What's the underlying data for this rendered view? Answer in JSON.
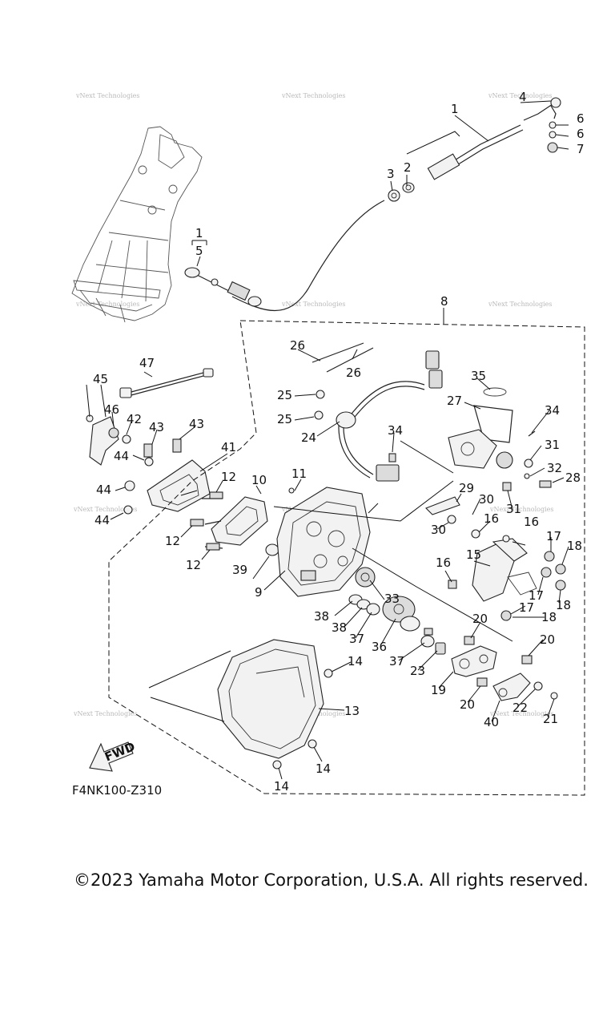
{
  "diagram_code": "F4NK100-Z310",
  "copyright": "©2023 Yamaha Motor Corporation, U.S.A. All rights reserved.",
  "watermark": "vNext Technologies",
  "fwd_label": "FWD",
  "callouts": [
    "1",
    "2",
    "3",
    "4",
    "5",
    "6",
    "7",
    "8",
    "9",
    "10",
    "11",
    "12",
    "13",
    "14",
    "15",
    "16",
    "17",
    "18",
    "19",
    "20",
    "21",
    "22",
    "23",
    "24",
    "25",
    "26",
    "27",
    "28",
    "29",
    "30",
    "31",
    "32",
    "33",
    "34",
    "35",
    "36",
    "37",
    "38",
    "39",
    "40",
    "41",
    "42",
    "43",
    "44",
    "45",
    "46",
    "47"
  ]
}
